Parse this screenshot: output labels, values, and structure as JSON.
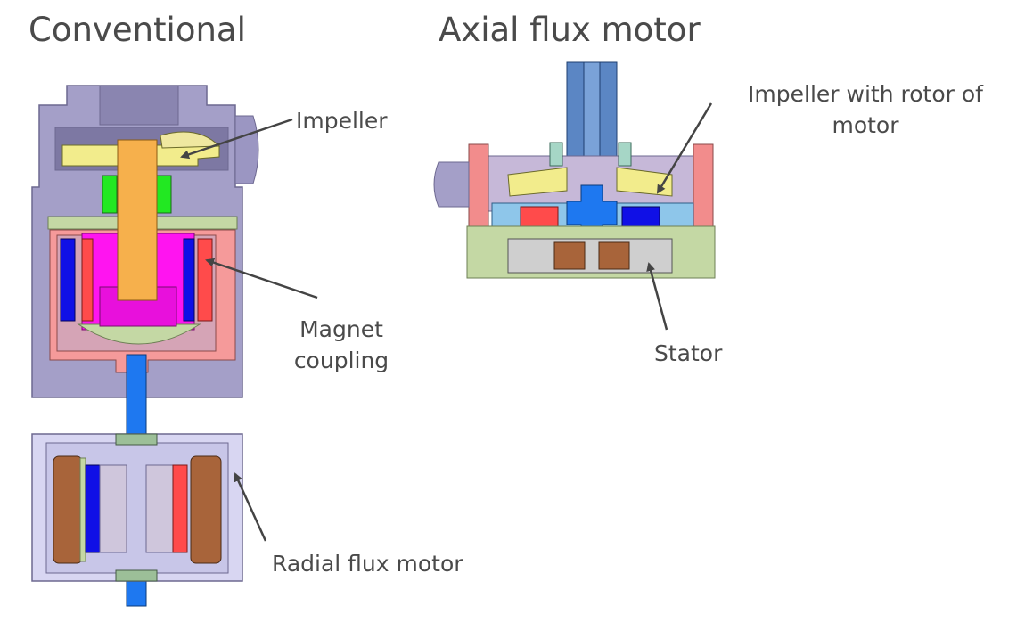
{
  "titles": {
    "left": "Conventional",
    "right": "Axial flux motor"
  },
  "labels": {
    "impeller": "Impeller",
    "magnet_coupling_line1": "Magnet",
    "magnet_coupling_line2": "coupling",
    "radial_flux_motor": "Radial flux motor",
    "impeller_rotor_line1": "Impeller with rotor of",
    "impeller_rotor_line2": "motor",
    "stator": "Stator"
  },
  "colors": {
    "housing": "#a49fc8",
    "housing_edge": "#6d6890",
    "impeller": "#f2ec8c",
    "shaft_orange": "#f6b04c",
    "magenta": "#ff14f0",
    "magnet_red": "#ff4b4b",
    "magnet_blue": "#1010e6",
    "green_spacer": "#22e822",
    "salmon": "#f59a9a",
    "sage": "#c4d8a4",
    "shaft_blue": "#1e78f0",
    "copper": "#a8643a",
    "motor_case": "#d8d6f2",
    "light_blue": "#8ec6ea",
    "grey": "#cfcfcf",
    "pipe_blue": "#5b86c4"
  }
}
